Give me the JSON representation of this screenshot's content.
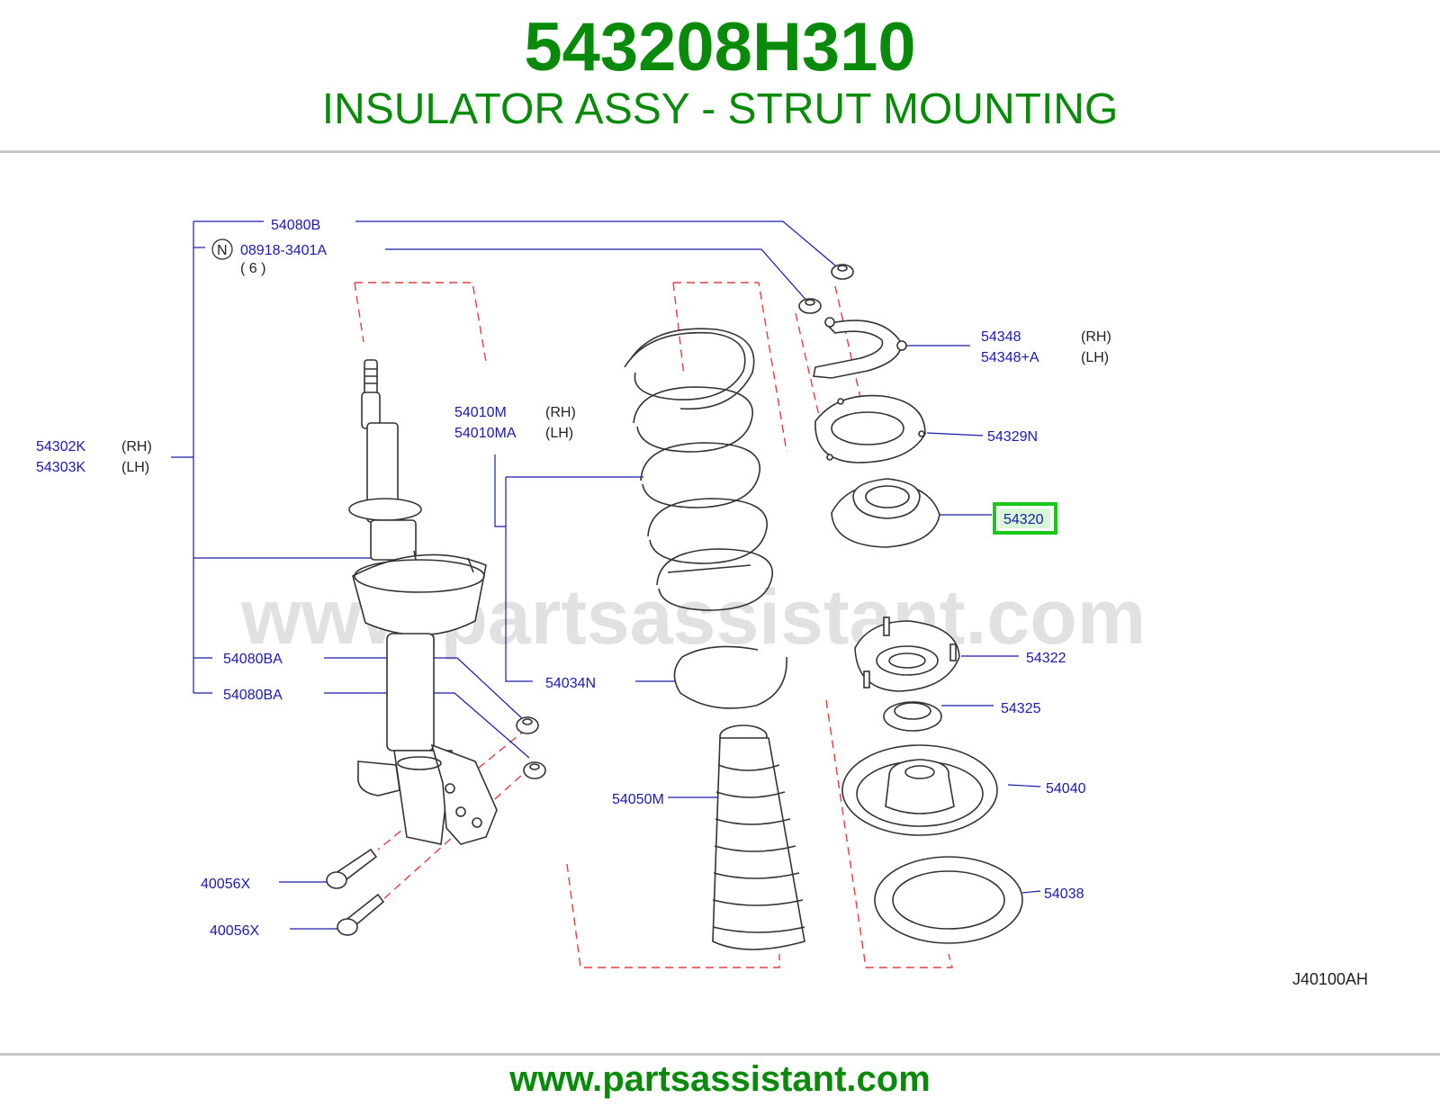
{
  "header": {
    "part_number": "543208H310",
    "part_name": "INSULATOR ASSY - STRUT MOUNTING"
  },
  "footer": {
    "url": "www.partsassistant.com"
  },
  "watermark": "www.partsassistant.com",
  "diagram_code": "J40100AH",
  "colors": {
    "title_green": "#0a8a0a",
    "label_blue": "#1a1aa8",
    "highlight_green": "#19c819",
    "dash_red": "#e04040"
  },
  "labels": {
    "p54080B": "54080B",
    "n_mark": "N",
    "p08918": "08918-3401A",
    "qty6": "( 6 )",
    "p54302K": "54302K",
    "p54303K": "54303K",
    "rh": "(RH)",
    "lh": "(LH)",
    "p54010M": "54010M",
    "p54010MA": "54010MA",
    "p54348": "54348",
    "p54348A": "54348+A",
    "p54329N": "54329N",
    "p54320": "54320",
    "p54322": "54322",
    "p54325": "54325",
    "p54040": "54040",
    "p54038": "54038",
    "p54034N": "54034N",
    "p54050M": "54050M",
    "p54080BA_1": "54080BA",
    "p54080BA_2": "54080BA",
    "p40056X_1": "40056X",
    "p40056X_2": "40056X"
  },
  "highlighted_part": "54320"
}
